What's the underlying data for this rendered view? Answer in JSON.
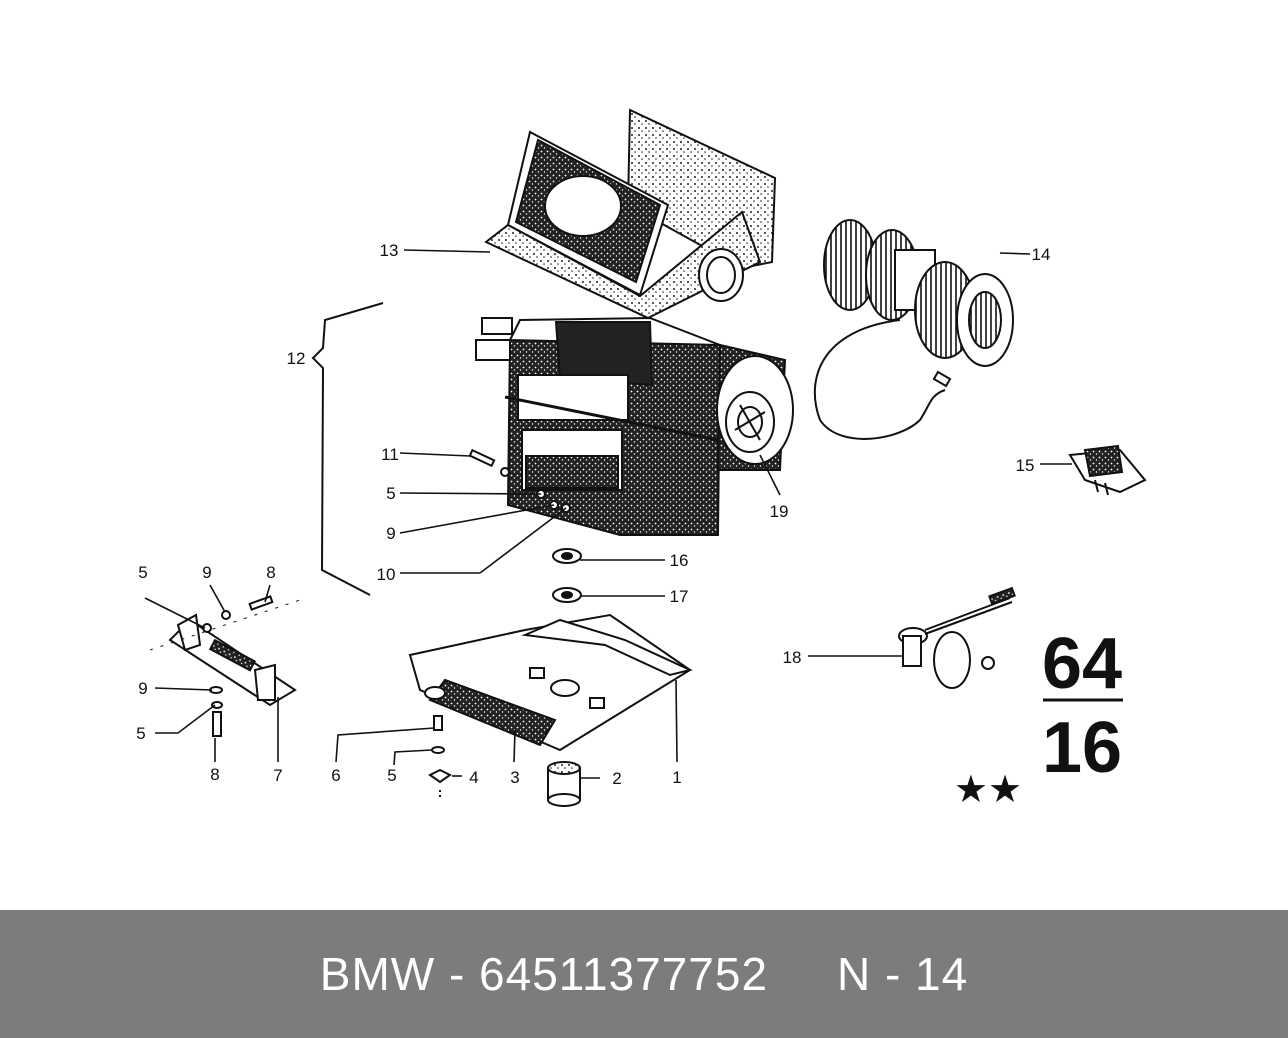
{
  "diagram": {
    "callouts": [
      "1",
      "2",
      "3",
      "4",
      "5",
      "5",
      "5",
      "5",
      "6",
      "7",
      "8",
      "8",
      "9",
      "9",
      "9",
      "10",
      "11",
      "12",
      "13",
      "14",
      "15",
      "16",
      "17",
      "18",
      "19"
    ],
    "section_number_top": "64",
    "section_number_bottom": "16",
    "stars": "★★"
  },
  "footer": {
    "text": "BMW - 64511377752     N - 14"
  },
  "colors": {
    "footer_background": "#7c7c7c",
    "footer_text": "#ffffff",
    "line_art": "#111111"
  }
}
